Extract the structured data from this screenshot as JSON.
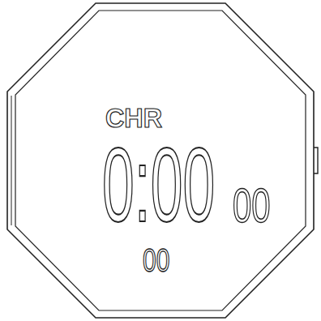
{
  "diagram": {
    "nodes": [
      {
        "text": [
          "CHR",
          "0:00",
          "00",
          "00"
        ]
      }
    ]
  }
}
